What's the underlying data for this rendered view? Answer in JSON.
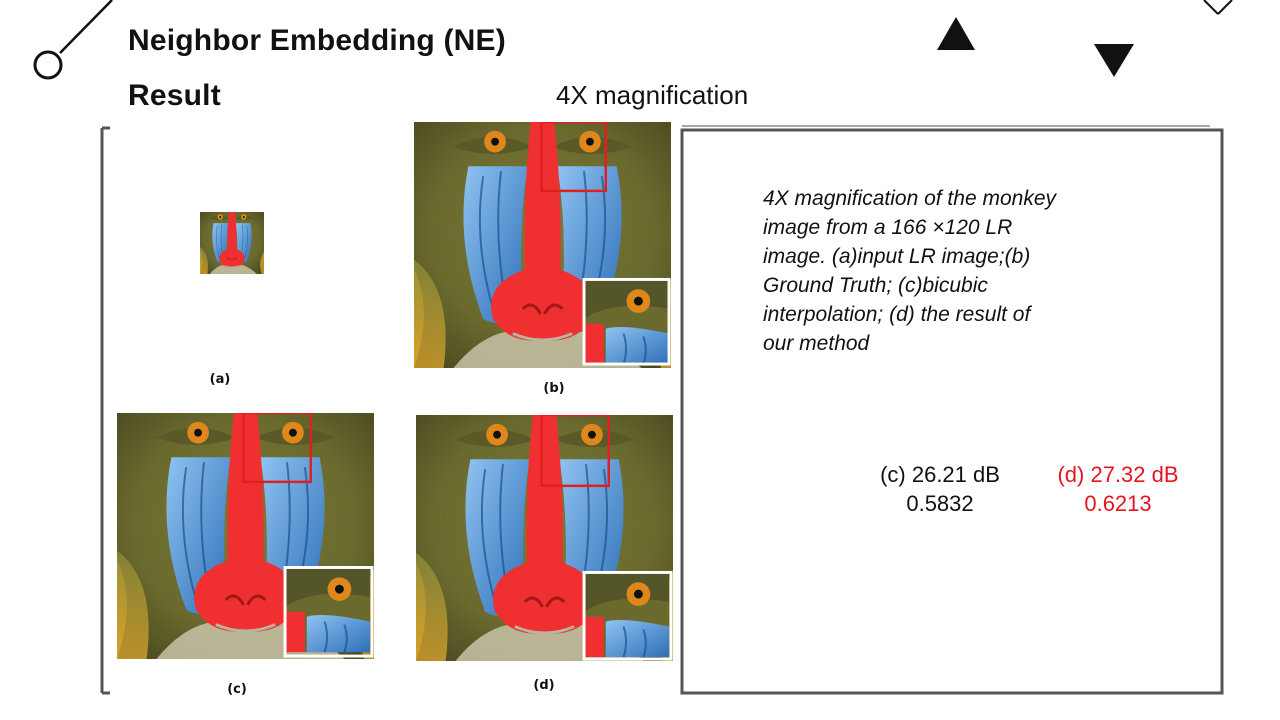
{
  "slide": {
    "title": "Neighbor Embedding (NE)",
    "section": "Result",
    "subtitle": "4X magnification"
  },
  "panels": [
    {
      "id": "a",
      "label": "(a)"
    },
    {
      "id": "b",
      "label": "(b)"
    },
    {
      "id": "c",
      "label": "(c)"
    },
    {
      "id": "d",
      "label": "(d)"
    }
  ],
  "caption": {
    "lines": [
      "4X magnification of the monkey",
      "image from a 166 ×120 LR",
      "image. (a)input LR image;(b)",
      "Ground Truth; (c)bicubic",
      "interpolation; (d) the result of",
      "our method"
    ]
  },
  "metrics": {
    "bicubic": {
      "psnr": "(c) 26.21 dB",
      "ssim": "0.5832",
      "color": "#111111"
    },
    "ours": {
      "psnr": "(d) 27.32 dB",
      "ssim": "0.6213",
      "color": "#e8141d"
    }
  },
  "nav": {
    "up_icon": "triangle-up-icon",
    "down_icon": "triangle-down-icon",
    "close_icon": "close-icon"
  }
}
